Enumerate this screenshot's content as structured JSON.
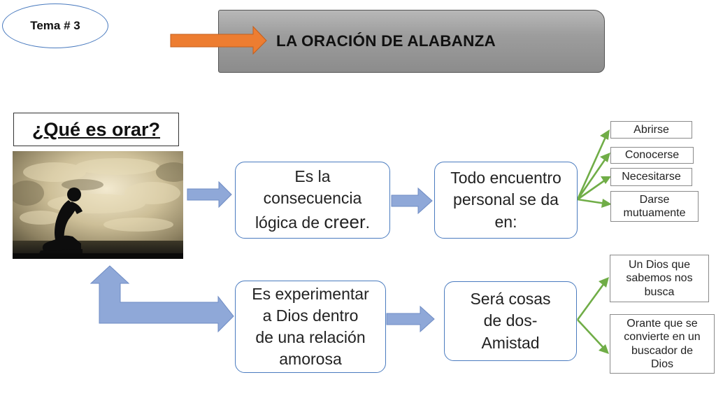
{
  "tema": "Tema # 3",
  "title": "LA ORACIÓN DE ALABANZA",
  "question": "¿Qué es orar?",
  "node1": {
    "line1": "Es la",
    "line2": "consecuencia",
    "line3_prefix": "lógica de ",
    "line3_emph": "creer",
    "line3_suffix": "."
  },
  "node2": {
    "line1": "Todo encuentro",
    "line2": "personal se da",
    "line3": "en:"
  },
  "node3": {
    "line1": "Es experimentar",
    "line2": "a Dios dentro",
    "line3": "de una relación",
    "line4": "amorosa"
  },
  "node4": {
    "line1": "Será cosas",
    "line2": "de dos-",
    "line3": "Amistad"
  },
  "leaves_top": [
    {
      "line1": "Abrirse"
    },
    {
      "line1": "Conocerse"
    },
    {
      "line1": "Necesitarse"
    },
    {
      "line1": "Darse",
      "line2": "mutuamente"
    }
  ],
  "leaves_bottom": [
    {
      "line1": "Un Dios que",
      "line2": "sabemos nos",
      "line3": "busca"
    },
    {
      "line1": "Orante que se",
      "line2": "convierte en un",
      "line3": "buscador de",
      "line4": "Dios"
    }
  ],
  "colors": {
    "orange_arrow": "#ed7d31",
    "blue_arrow": "#8fa8d8",
    "green_connector": "#70ad47",
    "node_border": "#4a7bbf",
    "banner_gray": "#9d9d9d"
  }
}
